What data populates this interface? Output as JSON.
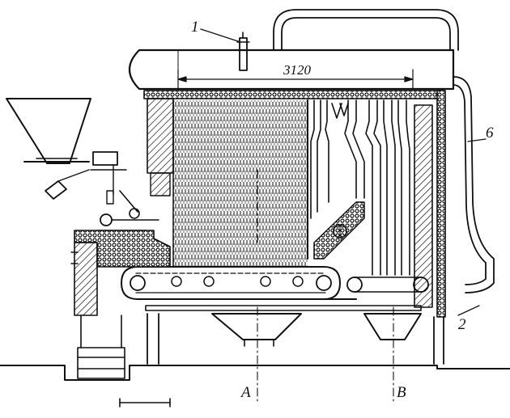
{
  "diagram": {
    "labels": {
      "callout_1": "1",
      "callout_2": "2",
      "callout_6": "6",
      "dimension": "3120",
      "section_a": "A",
      "section_b": "B"
    },
    "colors": {
      "ink": "#111111",
      "paper": "#ffffff"
    }
  }
}
